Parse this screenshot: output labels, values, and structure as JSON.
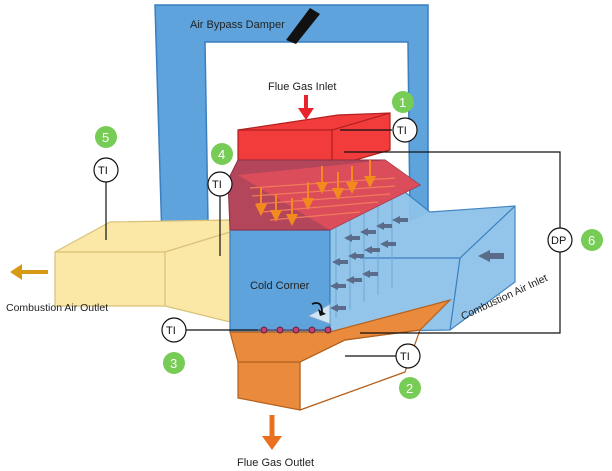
{
  "labels": {
    "damper": "Air Bypass Damper",
    "flue_inlet": "Flue Gas Inlet",
    "cold_corner": "Cold Corner",
    "comb_outlet": "Combustion Air Outlet",
    "comb_inlet": "Combustion Air Inlet",
    "flue_outlet": "Flue Gas Outlet"
  },
  "instruments": {
    "ti": "TI",
    "dp": "DP"
  },
  "badges": [
    "1",
    "2",
    "3",
    "4",
    "5",
    "6"
  ],
  "colors": {
    "duct_blue": "#5ea3dc",
    "duct_edge": "#3a7fbf",
    "flue_red": "#f23b3b",
    "air_yellow": "#fbe7a6",
    "outlet_orange": "#e98a3c",
    "badge_green": "#77cc55",
    "arrow_orange": "#f28a1e",
    "arrow_red": "#e8232b",
    "arrow_gray": "#5a6c8a"
  }
}
